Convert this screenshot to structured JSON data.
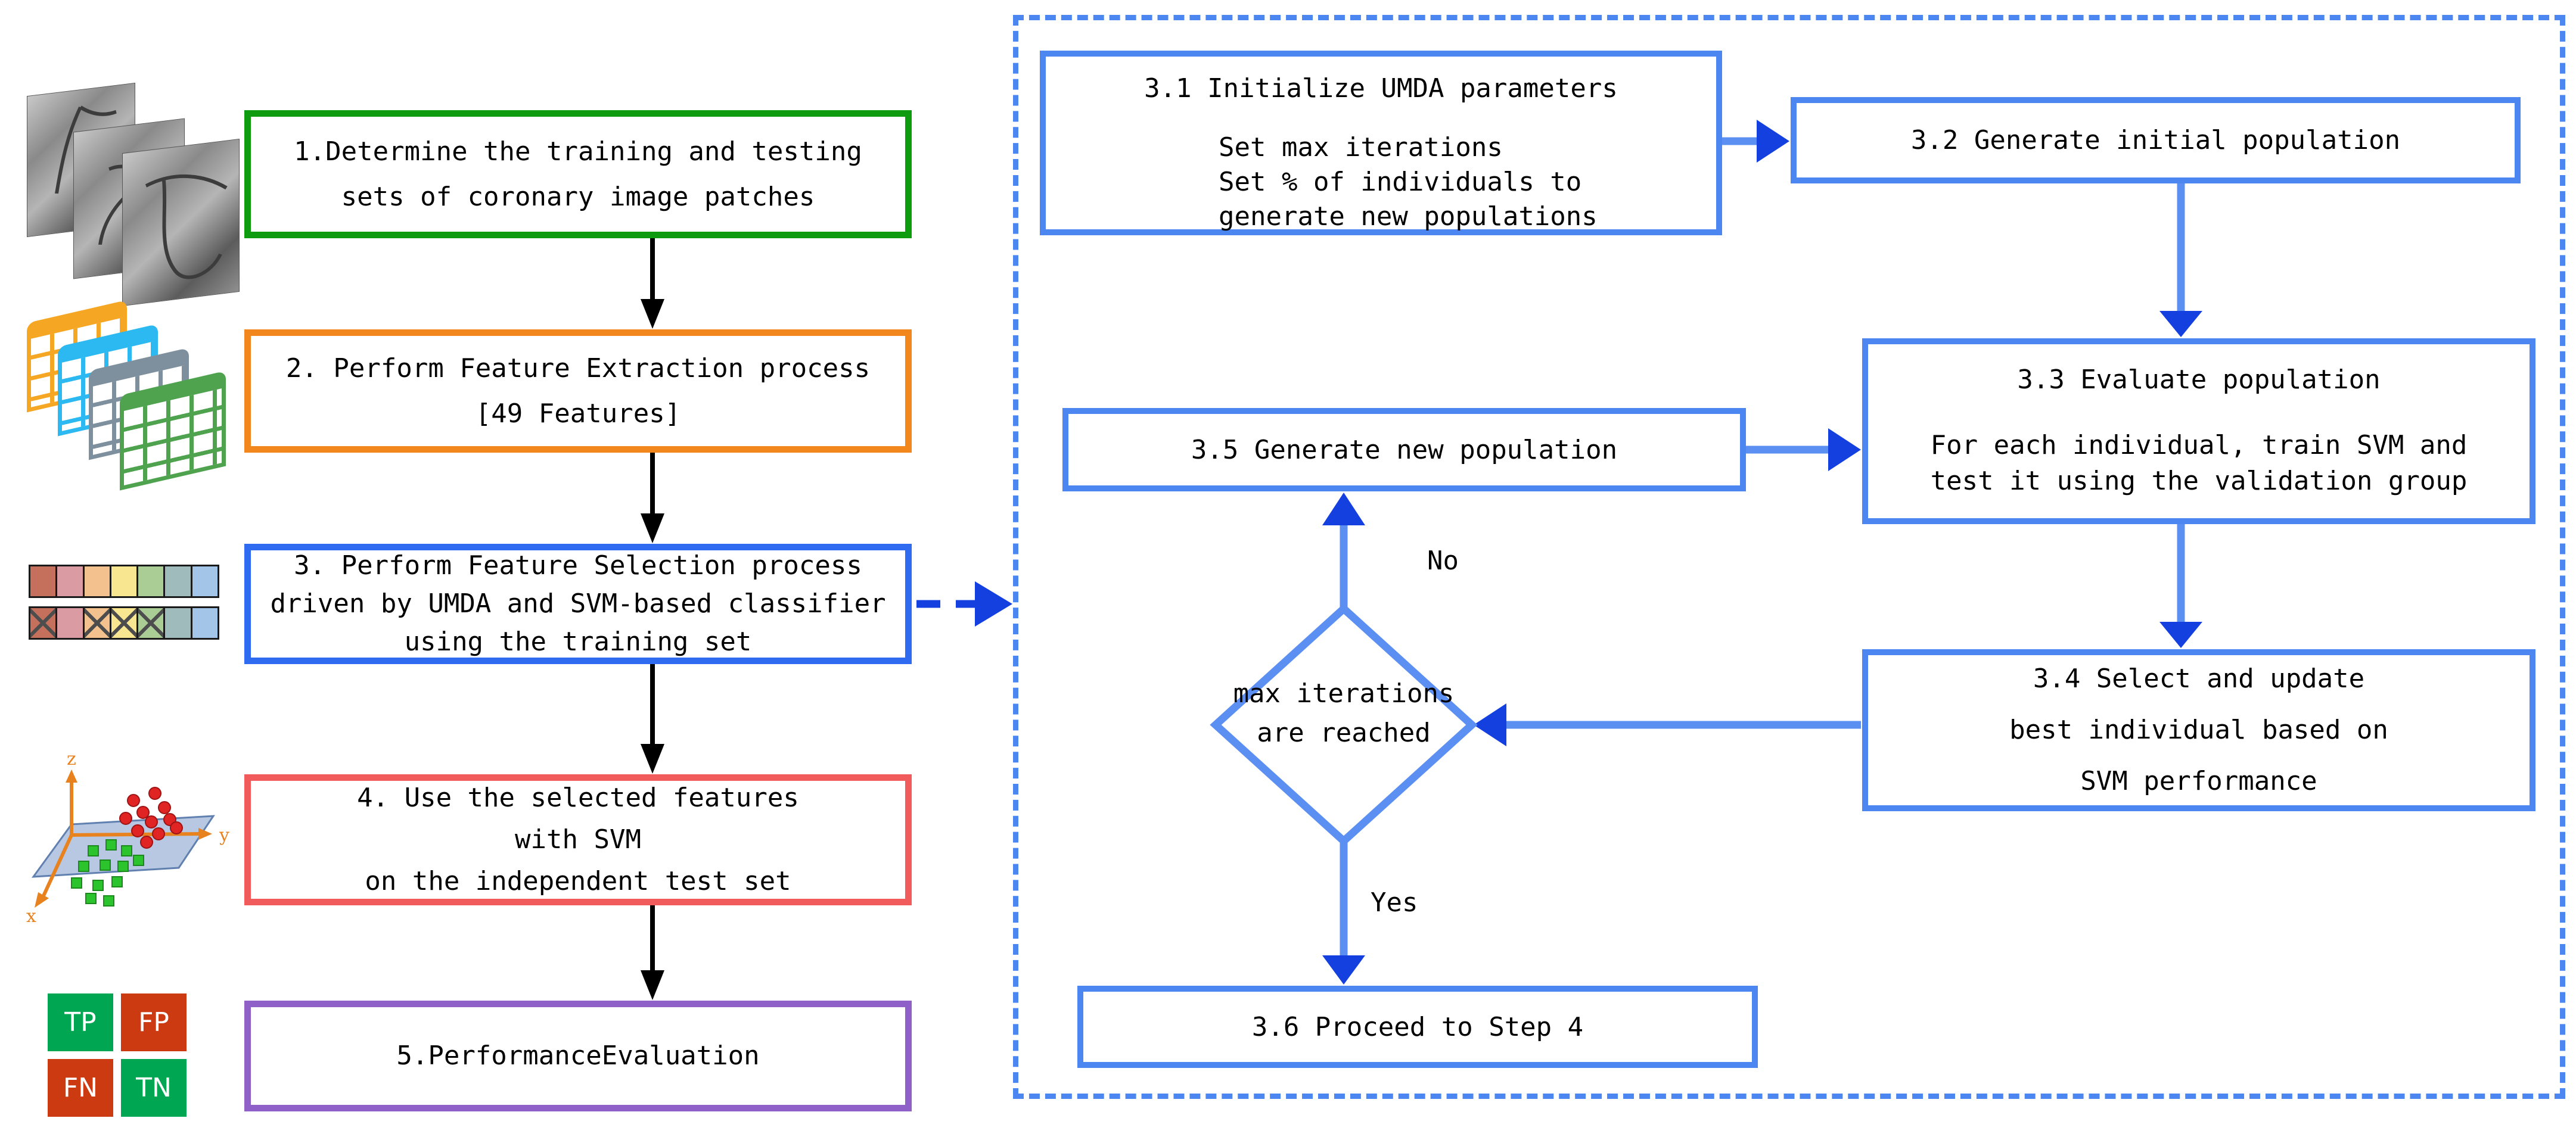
{
  "flow": {
    "steps": [
      {
        "lines": [
          "1.Determine the training and testing",
          "sets of coronary image patches"
        ]
      },
      {
        "lines": [
          "2. Perform Feature Extraction process",
          "[49 Features]"
        ]
      },
      {
        "lines": [
          "3. Perform Feature Selection process",
          "driven by UMDA and SVM-based classifier",
          "using the training set"
        ]
      },
      {
        "lines": [
          "4. Use the selected features",
          "with SVM",
          "on the independent test set"
        ]
      },
      {
        "lines": [
          "5.PerformanceEvaluation"
        ]
      }
    ]
  },
  "umda": {
    "box31": {
      "title": "3.1 Initialize UMDA parameters",
      "lines": [
        "Set max iterations",
        "Set % of individuals to",
        "generate new populations"
      ]
    },
    "box32": {
      "title": "3.2 Generate initial population"
    },
    "box33": {
      "title": "3.3 Evaluate population",
      "lines": [
        "For each individual, train SVM and",
        "test it using the validation group"
      ]
    },
    "box34": {
      "lines": [
        "3.4 Select and update",
        "best individual based on",
        "SVM performance"
      ]
    },
    "box35": {
      "title": "3.5 Generate new population"
    },
    "box36": {
      "title": "3.6 Proceed to Step 4"
    },
    "decision": {
      "lines": [
        "max iterations",
        "are reached"
      ]
    },
    "branch_no": "No",
    "branch_yes": "Yes"
  },
  "icons": {
    "svm_axes": {
      "x": "x",
      "y": "y",
      "z": "z"
    },
    "confusion_matrix": {
      "tp": "TP",
      "fp": "FP",
      "fn": "FN",
      "tn": "TN"
    }
  },
  "colors": {
    "step1_border": "#0F9B0F",
    "step2_border": "#F2871D",
    "step3_border": "#2E6BF0",
    "step4_border": "#F25B5B",
    "step5_border": "#8E60C8",
    "umda_box_border": "#4C86F0",
    "umda_frame_dashed": "#4C86F0",
    "connector_line": "#5B8FF2",
    "arrowhead_dark_blue": "#1440E0",
    "black_arrow": "#000000",
    "confusion_green": "#00A651",
    "confusion_red": "#CC3A11"
  }
}
